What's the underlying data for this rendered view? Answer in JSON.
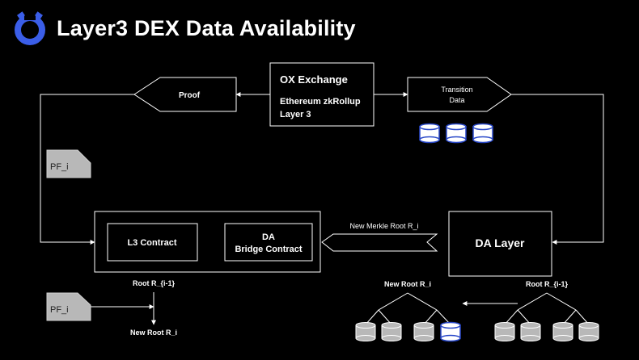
{
  "title": "Layer3 DEX Data Availability",
  "colors": {
    "accent": "#3b5ee8",
    "background": "#000000",
    "gray": "#b8b8b8"
  },
  "nodes": {
    "ox_exchange": {
      "title": "OX Exchange",
      "line1": "Ethereum zkRollup",
      "line2": "Layer 3"
    },
    "proof": "Proof",
    "transition_data": {
      "line1": "Transition",
      "line2": "Data"
    },
    "pf_top": "PF_i",
    "pf_bottom": "PF_i",
    "l3_contract": "L3 Contract",
    "da_bridge": {
      "line1": "DA",
      "line2": "Bridge Contract"
    },
    "new_merkle_root": "New Merkle Root R_i",
    "da_layer": "DA Layer",
    "root_prev_left": "Root R_{i-1}",
    "new_root_left": "New Root R_i",
    "new_root_tree": "New Root R_i",
    "root_prev_tree": "Root R_{i-1}"
  },
  "icons": [
    "logo-icon",
    "database-icon",
    "document-icon"
  ]
}
